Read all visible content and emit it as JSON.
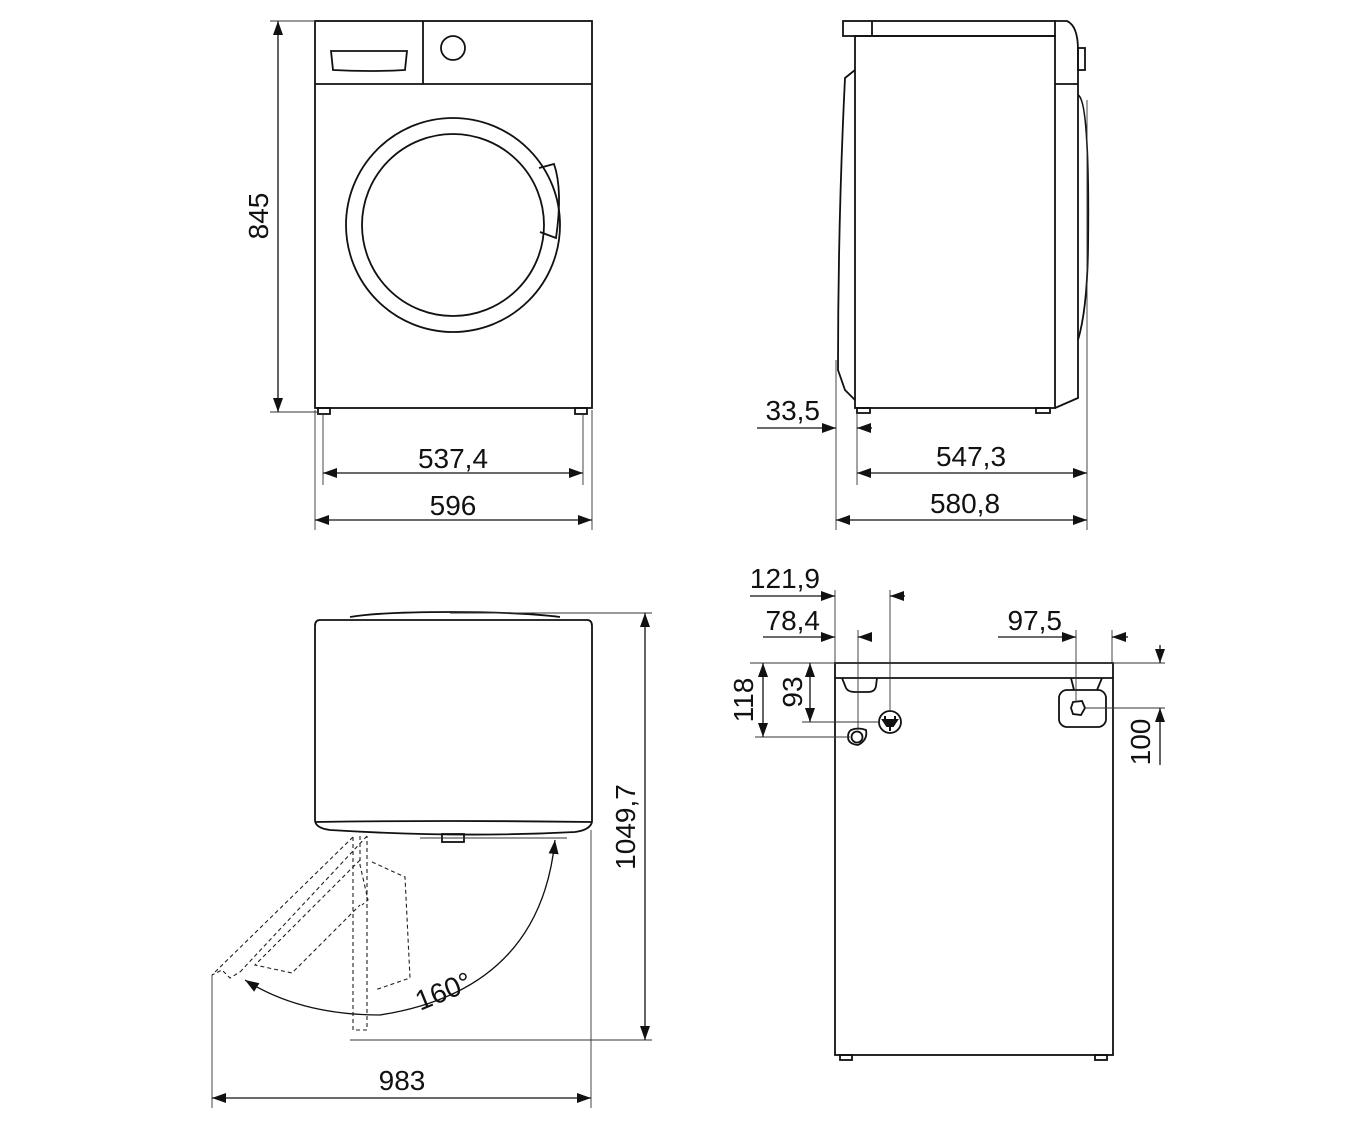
{
  "front_view": {
    "height": "845",
    "width_inner": "537,4",
    "width_total": "596"
  },
  "side_view": {
    "rear_offset": "33,5",
    "depth_body": "547,3",
    "depth_total": "580,8"
  },
  "top_view": {
    "depth_door_open": "1049,7",
    "width_door_open": "983",
    "door_angle": "160°"
  },
  "rear_view": {
    "dim_121_9": "121,9",
    "dim_78_4": "78,4",
    "dim_97_5": "97,5",
    "dim_118": "118",
    "dim_93": "93",
    "dim_100": "100"
  },
  "icons": {
    "power_plug": "plug-icon",
    "water_inlet": "inlet-icon",
    "drain": "drain-icon"
  }
}
